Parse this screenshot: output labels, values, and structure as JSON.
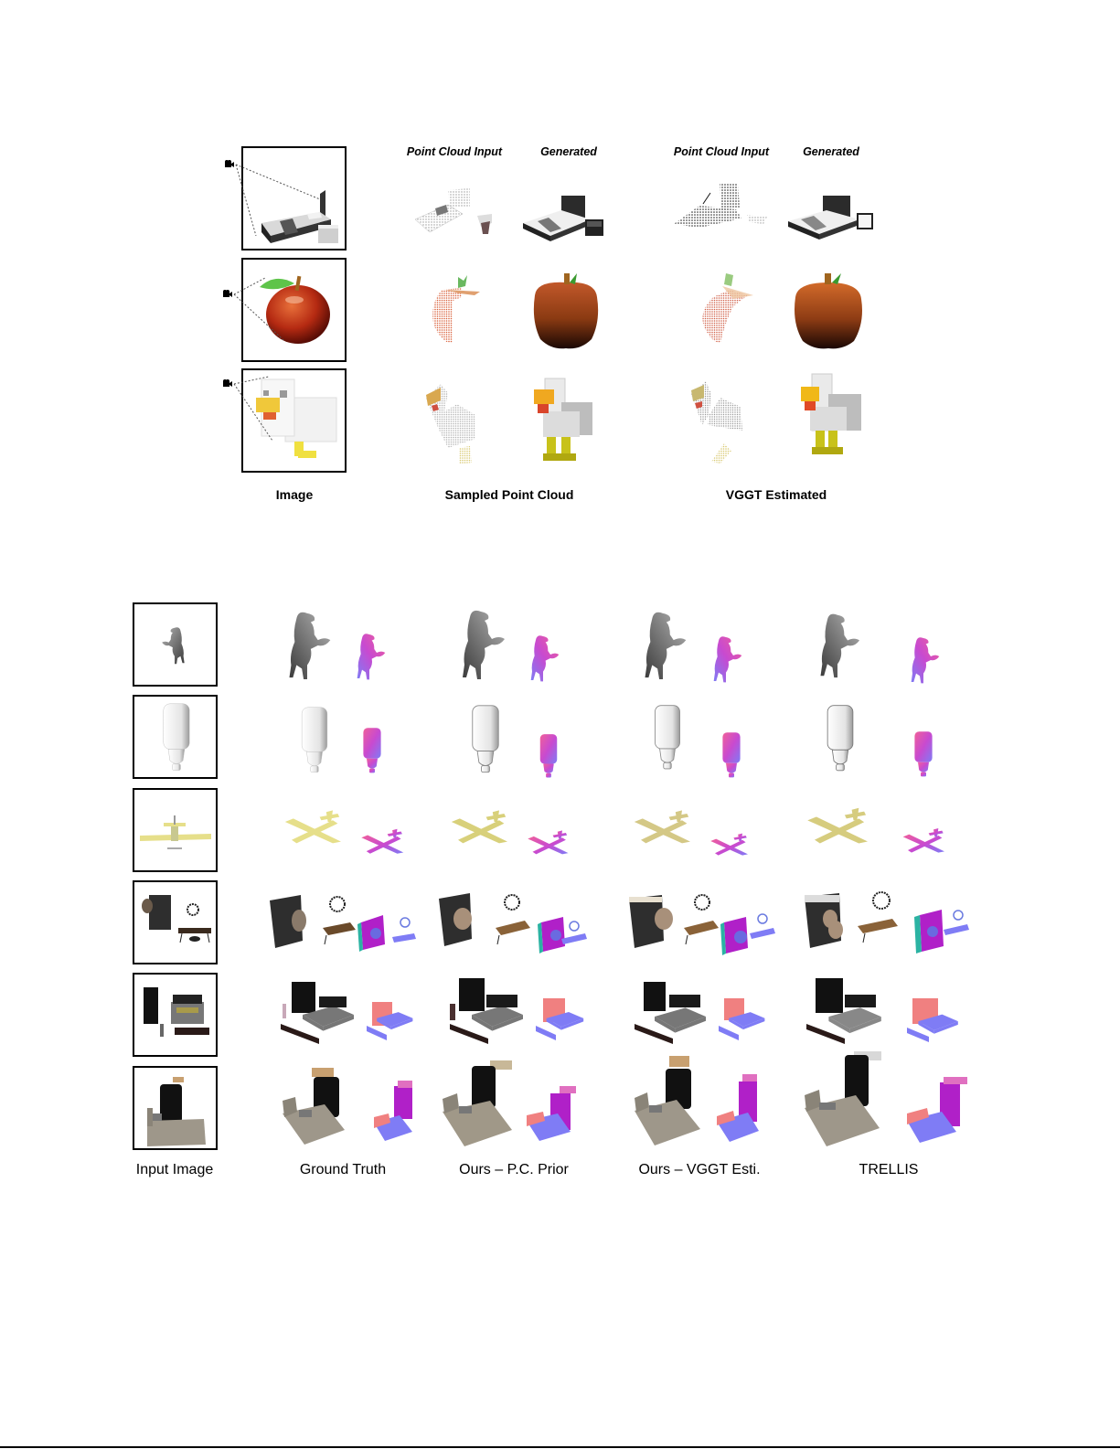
{
  "figure_a": {
    "column_headers": {
      "sampled_input": "Point Cloud Input",
      "sampled_generated": "Generated",
      "vggt_input": "Point Cloud Input",
      "vggt_generated": "Generated"
    },
    "group_labels": {
      "image": "Image",
      "sampled": "Sampled Point Cloud",
      "vggt": "VGGT Estimated"
    },
    "rows": [
      {
        "object": "bed",
        "colors": {
          "main": "#e8e8e8",
          "dark": "#2b2b2b",
          "accent": "#8a8a8a"
        }
      },
      {
        "object": "apple",
        "colors": {
          "main": "#b8341a",
          "dark": "#3a1608",
          "accent": "#5bb84a"
        }
      },
      {
        "object": "voxel-chicken",
        "colors": {
          "main": "#eeeeee",
          "dark": "#9a9a9a",
          "accent": "#f0b323",
          "beak": "#d9452b",
          "legs": "#c8c21a"
        }
      }
    ]
  },
  "figure_b": {
    "column_labels": [
      "Input Image",
      "Ground Truth",
      "Ours – P.C. Prior",
      "Ours – VGGT Esti.",
      "TRELLIS"
    ],
    "rows": [
      {
        "object": "rearing-horse",
        "rgb": "#7d7d7d"
      },
      {
        "object": "spiral-light-bulb",
        "rgb": "#eeeeee"
      },
      {
        "object": "propeller-plane",
        "rgb": "#e6df8a"
      },
      {
        "object": "wardrobe-desk-chandelier-scene",
        "rgb": "#2e2e2e"
      },
      {
        "object": "bedroom-scene-canopy-bed",
        "rgb": "#1e1e1e"
      },
      {
        "object": "bed-wardrobe-scene",
        "rgb": "#9e978a"
      }
    ],
    "normal_colors": {
      "pink": "#f0609a",
      "magenta": "#c020d8",
      "blue": "#7f7cf5",
      "salmon": "#f4847a",
      "teal": "#2bb3a3"
    }
  }
}
